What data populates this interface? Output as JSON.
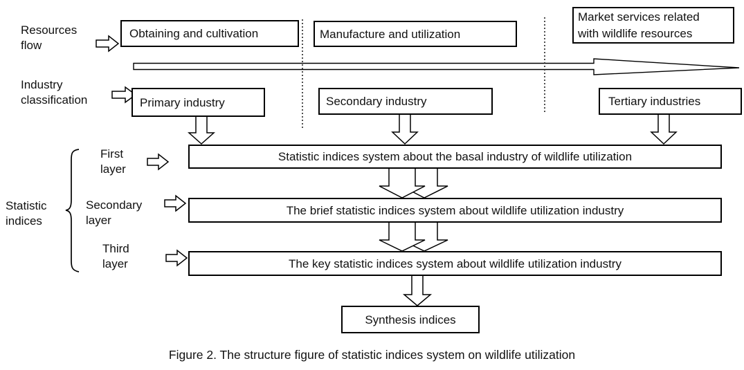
{
  "colors": {
    "line": "#000000",
    "background": "#ffffff",
    "text": "#111111"
  },
  "side_labels": {
    "resources_flow": "Resources\nflow",
    "industry_classification": "Industry\nclassification",
    "statistic_indices": "Statistic\nindices"
  },
  "layer_labels": {
    "first": "First\nlayer",
    "secondary": "Secondary\nlayer",
    "third": "Third\nlayer"
  },
  "flow_stage_boxes": {
    "obtaining": "Obtaining and cultivation",
    "manufacture": "Manufacture and utilization",
    "market_services": "Market services related\nwith wildlife resources"
  },
  "industry_boxes": {
    "primary": "Primary industry",
    "secondary": "Secondary industry",
    "tertiary": "Tertiary industries"
  },
  "indices_system_boxes": {
    "first_layer": "Statistic indices system about the basal industry of wildlife utilization",
    "secondary_layer": "The brief statistic indices system about wildlife utilization industry",
    "third_layer": "The key statistic indices system about wildlife utilization industry",
    "synthesis": "Synthesis indices"
  },
  "caption": "Figure 2. The structure figure of statistic indices system on wildlife utilization"
}
